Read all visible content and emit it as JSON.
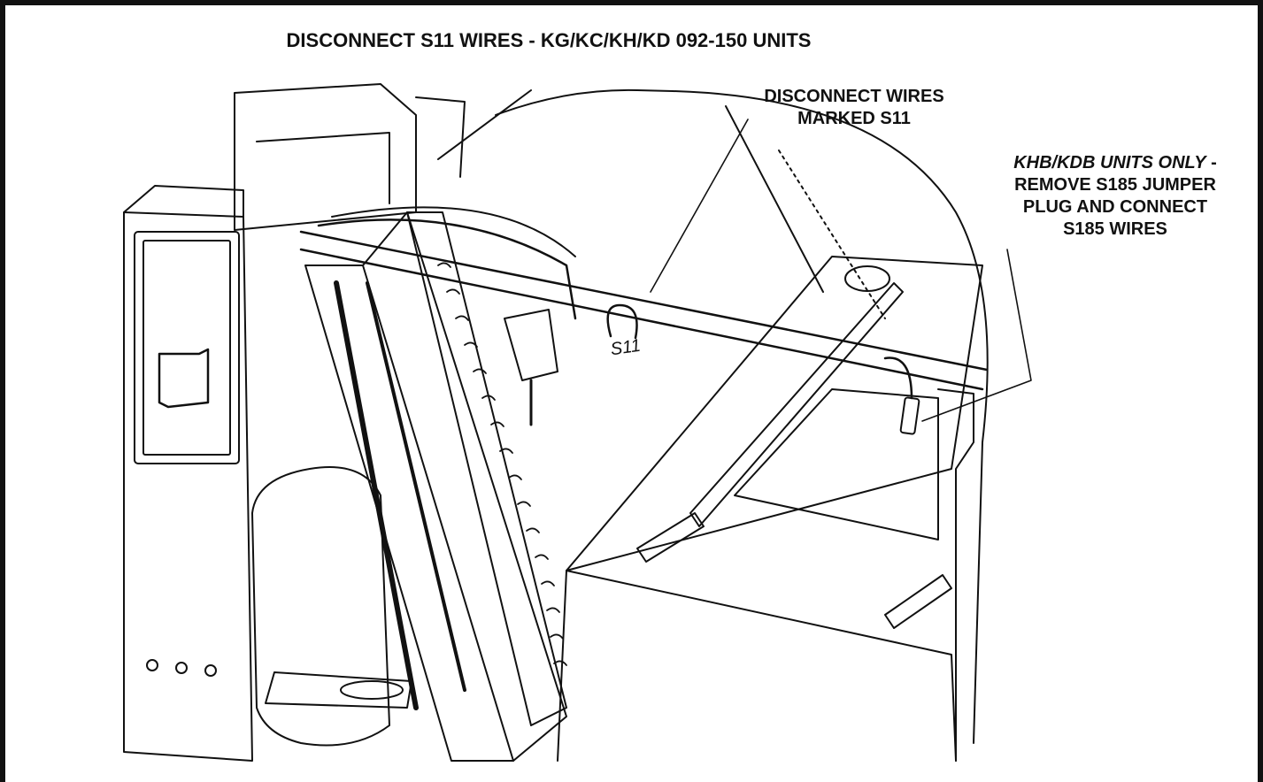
{
  "title": "DISCONNECT S11 WIRES - KG/KC/KH/KD 092-150 UNITS",
  "callouts": {
    "s11": {
      "line1": "DISCONNECT WIRES",
      "line2": "MARKED S11"
    },
    "khb": {
      "italic": "KHB/KDB UNITS ONLY",
      "suffix": " -",
      "line2": "REMOVE S185 JUMPER",
      "line3": "PLUG AND CONNECT",
      "line4": "S185 WIRES"
    }
  },
  "tag_label": "S11"
}
